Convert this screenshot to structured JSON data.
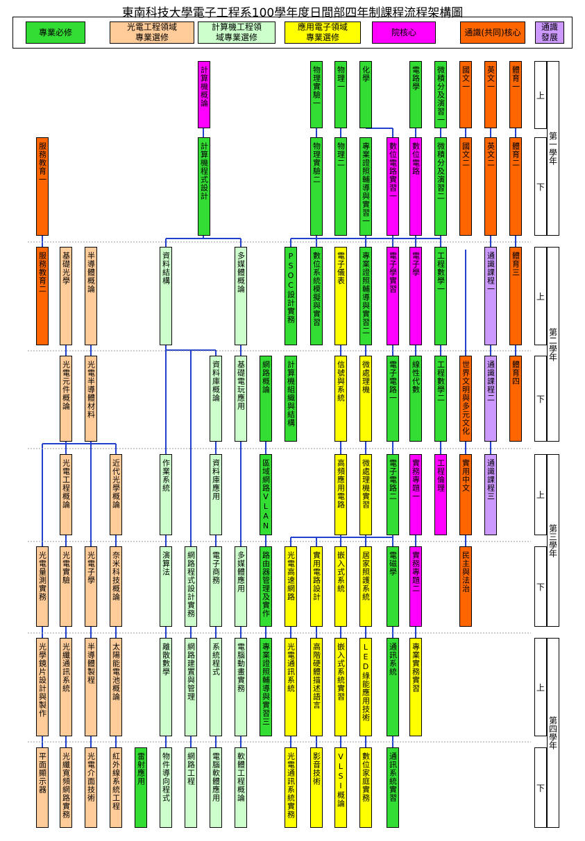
{
  "title": "東南科技大學電子工程系100學年度日間部四年制課程流程架構圖",
  "legend": [
    {
      "label": "專業必修",
      "color": "#33dd33"
    },
    {
      "label": "光電工程領域\n專業選修",
      "color": "#ffcc99"
    },
    {
      "label": "計算機工程領\n域專業選修",
      "color": "#ccffcc"
    },
    {
      "label": "應用電子領域\n專業選修",
      "color": "#ffff00"
    },
    {
      "label": "院核心",
      "color": "#ff00ff"
    },
    {
      "label": "通識(共同)核心",
      "color": "#ff6600"
    },
    {
      "label": "通識\n發展",
      "color": "#cc99ff"
    }
  ],
  "years": [
    "第一學年",
    "第二學年",
    "第三學年",
    "第四學年"
  ],
  "semesters": [
    "上",
    "下",
    "上",
    "下",
    "上",
    "下",
    "上",
    "下"
  ],
  "courses": {
    "c_intro_computer": "計算機概論",
    "c_physics_lab1": "物理實驗一",
    "c_physics1": "物理一",
    "c_chemistry": "化學",
    "c_circuits": "電路學",
    "c_calculus1": "微積分及演習一",
    "c_chinese1": "國文一",
    "c_english1": "英文一",
    "c_pe1": "體育一",
    "c_service1": "服務教育一",
    "c_programming": "計算機程式設計",
    "c_physics_lab2": "物理實驗二",
    "c_physics2": "物理二",
    "c_pro_cert1": "專業證照輔導與實習一",
    "c_digital_lab1": "數位電路實習一",
    "c_digital_circuits": "數位電路",
    "c_calculus2": "微積分及演習二",
    "c_chinese2": "國文二",
    "c_english2": "英文二",
    "c_pe2": "體育二",
    "c_service2": "服務教育二",
    "c_basic_optics": "基礎光學",
    "c_semiconductor_intro": "半導體概論",
    "c_data_structures": "資料結構",
    "c_multimedia_intro": "多媒體概論",
    "c_psoc": "PSOC設計實務",
    "c_digital_sim": "數位系統模擬與實習",
    "c_instruments": "電子儀表",
    "c_pro_cert2": "專業證照輔導與實習二",
    "c_electronics_lab": "電子學實習",
    "c_electronics": "電子學",
    "c_eng_math1": "工程數學一",
    "c_gened1": "通識課程一",
    "c_pe3": "體育三",
    "c_optoelec_devices": "光電元件概論",
    "c_semiconductor_materials": "光電半導體材料",
    "c_database_intro": "資料庫概論",
    "c_basic_game": "基礎電玩應用",
    "c_network_intro": "網路概論",
    "c_comp_org": "計算機組織與結構",
    "c_signals": "信號與系統",
    "c_microprocessor": "微處理機",
    "c_elec_circuits1": "電子電路一",
    "c_linear_algebra": "線性代數",
    "c_eng_math2": "工程數學二",
    "c_world_civ": "世界文明與多元文化",
    "c_gened2": "通識課程二",
    "c_pe4": "體育四",
    "c_optoelec_eng": "光電工程概論",
    "c_modern_optics": "近代光學概論",
    "c_os": "作業系統",
    "c_database_app": "資料庫應用",
    "c_vlan": "區域網路VLAN",
    "c_hf_circuits": "高頻應用電路",
    "c_micro_lab": "微處理機實習",
    "c_elec_circuits2": "電子電路二",
    "c_project1": "實務專題一",
    "c_eng_ethics": "工程倫理",
    "c_practical_chinese": "實用中文",
    "c_gened3": "通識課程三",
    "c_optical_measure": "光電量測實務",
    "c_optoelec_lab": "光電實驗",
    "c_photonics": "光電子學",
    "c_nano": "奈米科技概論",
    "c_algorithms": "演算法",
    "c_net_programming": "網路程式設計實務",
    "c_ecommerce": "電子商務",
    "c_multimedia_app": "多媒體應用",
    "c_router": "路由器管理及實作",
    "c_hs_network": "光電高速網路",
    "c_practical_circuit": "實用電路設計",
    "c_embedded": "嵌入式系統",
    "c_home_care": "居家照護系統",
    "c_electromagnetics": "電磁學",
    "c_project2": "實務專題二",
    "c_democracy": "民主與法治",
    "c_lens_design": "光學鏡片設計與製作",
    "c_fiber_comm": "光纖通訊系統",
    "c_semi_process": "半導體製程",
    "c_solar": "太陽能電池概論",
    "c_discrete_math": "離散數學",
    "c_net_management": "網路建置與管理",
    "c_system_prog": "系統程式",
    "c_animation": "電腦動畫實務",
    "c_pro_cert3": "專業證照輔導與實習三",
    "c_optical_comm": "光電通訊系統",
    "c_hdl": "高階硬體描述語言",
    "c_embedded_lab": "嵌入式系統實習",
    "c_led": "LED綠能應用技術",
    "c_comm_systems": "通訊系統",
    "c_pro_practice": "專業實務實習",
    "c_flat_display": "平面顯示器",
    "c_fiber_broadband": "光纖寬頻網路實務",
    "c_optical_interface": "光電介面技術",
    "c_infrared": "紅外線系統工程",
    "c_laser": "雷射應用",
    "c_oop": "物件導向程式",
    "c_net_eng": "網路工程",
    "c_software_app": "電腦軟體應用",
    "c_software_eng": "軟體工程概論",
    "c_optical_comm_practice": "光電通訊系統實務",
    "c_audio_video": "影音技術",
    "c_vlsi": "VLSI概論",
    "c_digital_home": "數位家庭實務",
    "c_comm_lab": "通訊系統實習"
  }
}
